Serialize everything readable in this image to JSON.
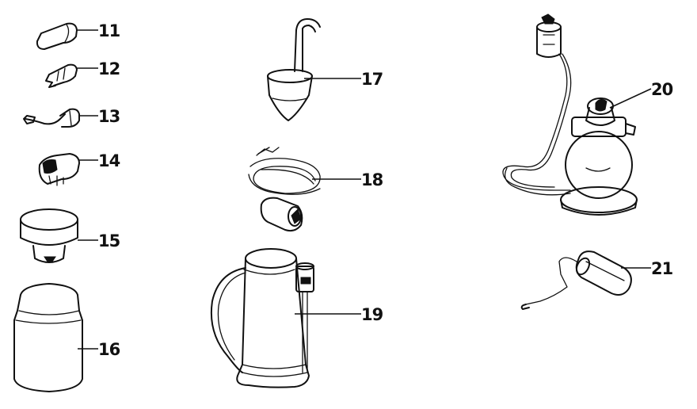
{
  "callouts": [
    {
      "id": "11",
      "label": "11"
    },
    {
      "id": "12",
      "label": "12"
    },
    {
      "id": "13",
      "label": "13"
    },
    {
      "id": "14",
      "label": "14"
    },
    {
      "id": "15",
      "label": "15"
    },
    {
      "id": "16",
      "label": "16"
    },
    {
      "id": "17",
      "label": "17"
    },
    {
      "id": "18",
      "label": "18"
    },
    {
      "id": "19",
      "label": "19"
    },
    {
      "id": "20",
      "label": "20"
    },
    {
      "id": "21",
      "label": "21"
    }
  ]
}
